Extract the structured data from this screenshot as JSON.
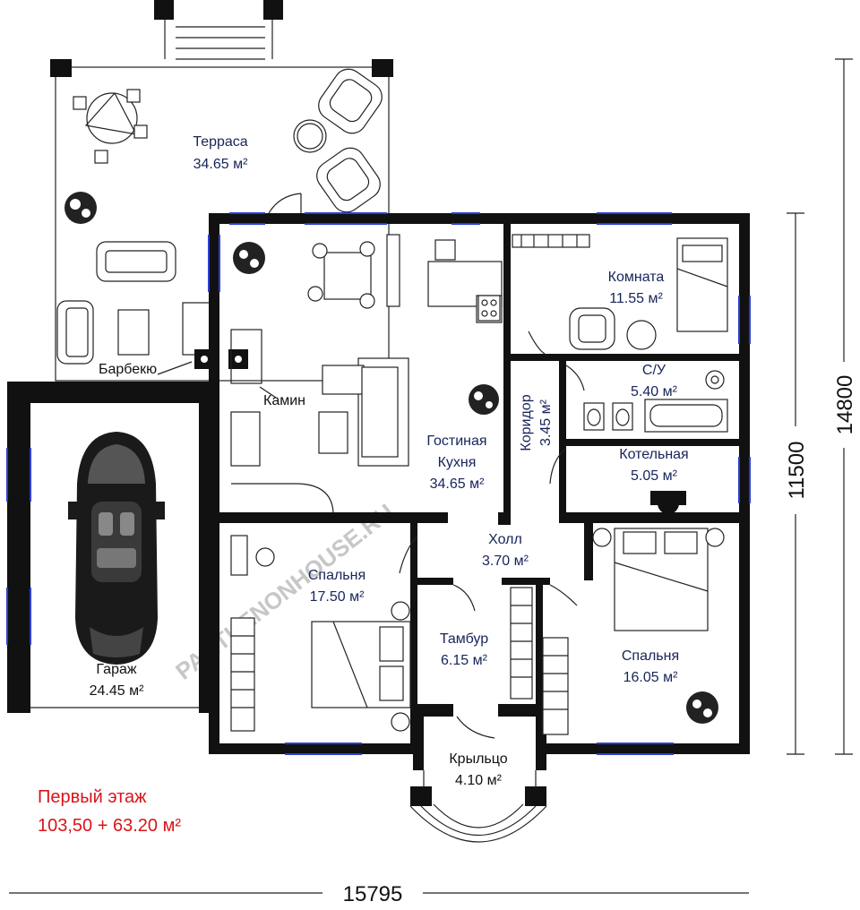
{
  "colors": {
    "wall": "#111111",
    "window": "#2b3fd6",
    "room_label": "#17245a",
    "floor_title": "#d9141b"
  },
  "rooms": {
    "terrace": {
      "name": "Терраса",
      "area": "34.65 м²"
    },
    "room": {
      "name": "Комната",
      "area": "11.55 м²"
    },
    "bath": {
      "name": "С/У",
      "area": "5.40 м²"
    },
    "corridor": {
      "name": "Коридор",
      "area": "3.45 м²"
    },
    "boiler": {
      "name": "Котельная",
      "area": "5.05 м²"
    },
    "living": {
      "name_1": "Гостиная",
      "name_2": "Кухня",
      "area": "34.65 м²"
    },
    "hall": {
      "name": "Холл",
      "area": "3.70 м²"
    },
    "bedroom1": {
      "name": "Спальня",
      "area": "17.50 м²"
    },
    "vestibule": {
      "name": "Тамбур",
      "area": "6.15 м²"
    },
    "bedroom2": {
      "name": "Спальня",
      "area": "16.05 м²"
    },
    "garage": {
      "name": "Гараж",
      "area": "24.45 м²"
    },
    "porch": {
      "name": "Крыльцо",
      "area": "4.10 м²"
    }
  },
  "labels": {
    "bbq": "Барбекю",
    "fireplace": "Камин"
  },
  "dimensions": {
    "width": "15795",
    "height_inner": "11500",
    "height_total": "14800"
  },
  "floor": {
    "title": "Первый этаж",
    "area": "103,50 + 63.20 м²"
  },
  "watermark": "PARTHENONHOUSE.RU",
  "icons": [
    "car-icon",
    "bed-icon",
    "sofa-icon",
    "armchair-icon",
    "dining-table-icon",
    "plant-icon",
    "bathtub-icon",
    "toilet-icon",
    "stove-icon",
    "wardrobe-icon"
  ]
}
